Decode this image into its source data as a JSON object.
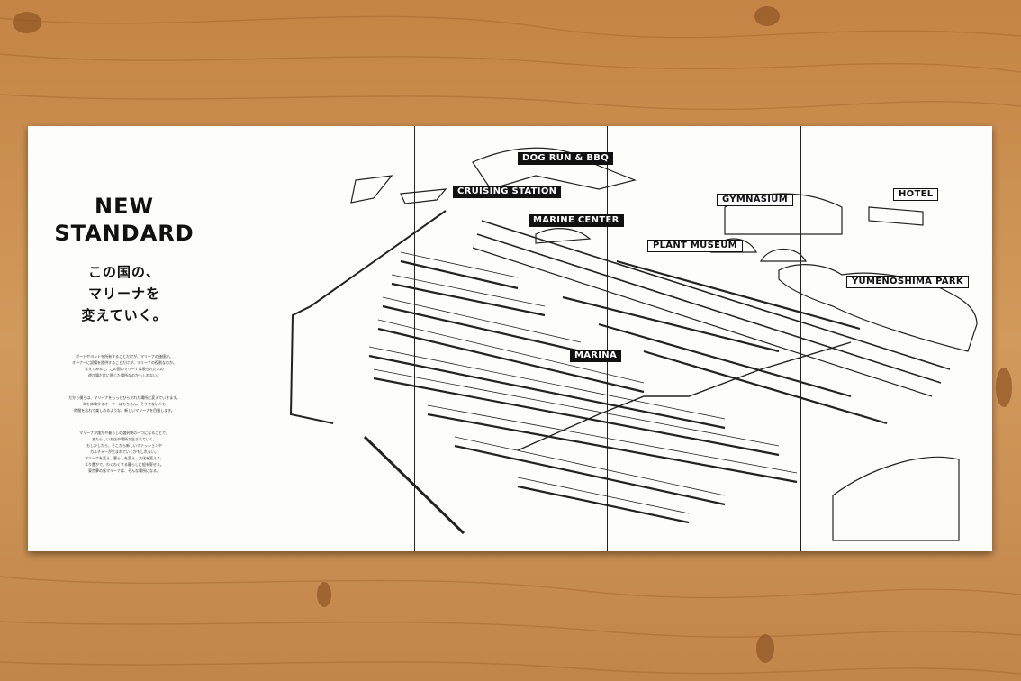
{
  "intro": {
    "headline_line1": "NEW",
    "headline_line2": "STANDARD",
    "lead_line1": "この国の、",
    "lead_line2": "マリーナを",
    "lead_line3": "変えていく。",
    "para1": [
      "ボートやヨットを所有することだけが、マリーナの価値か。",
      "オーナーに設備を提供することだけが、マリーナの役割なのか。",
      "考えてみると、この国のマリーナは限られた人の",
      "遊び場だけに閉じた場所なのかもしれない。"
    ],
    "para2": [
      "だから僕らは、マリーナをもっとひらかれた場所に変えていきます。",
      "海を体験するオーナーはもちろん、そうでない人も",
      "時間を忘れて楽しめるような、新しいマリーナを目指します。"
    ],
    "para3": [
      "マリーナが誰かや暮らしの選択肢の一つになることで、",
      "あたらしいお店や場所が生まれていく。",
      "もしかしたら、そこから新しいファッションや",
      "カルチャーが生まれていくかもしれない。",
      "マリーナを変え、暮らしを変え、文化を変える。",
      "より豊かで、わくわくする暮らしに船を寄せる。",
      "東京夢の島マリーナは、そんな場所になる。"
    ]
  },
  "map_labels": {
    "dog_run": "DOG RUN & BBQ",
    "cruising_station": "CRUISING STATION",
    "marine_center": "MARINE CENTER",
    "gymnasium": "GYMNASIUM",
    "hotel": "HOTEL",
    "plant_museum": "PLANT MUSEUM",
    "yumenoshima_park": "YUMENOSHIMA PARK",
    "marina": "MARINA"
  },
  "colors": {
    "wood": "#c98c4c",
    "paper": "#fdfdfb",
    "ink": "#111111"
  }
}
